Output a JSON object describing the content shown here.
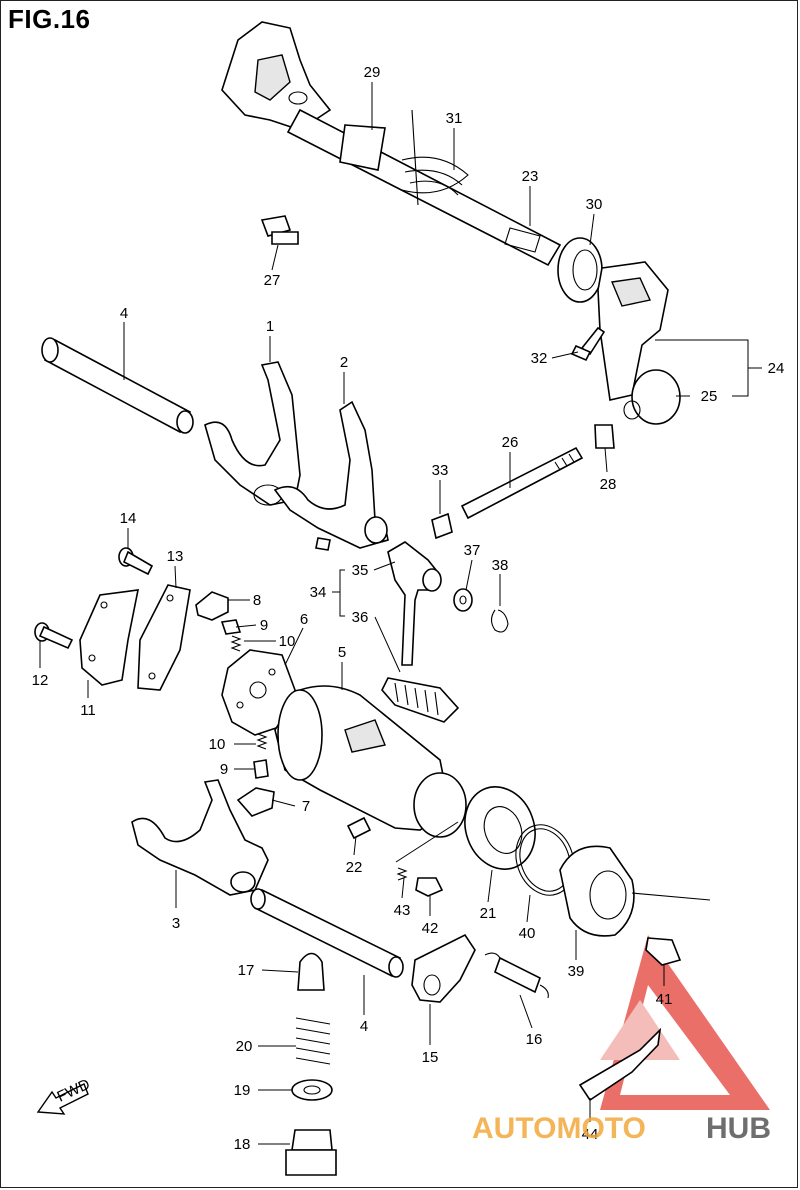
{
  "figure": {
    "title": "FIG.16"
  },
  "fwd_label": "FWD",
  "watermark": {
    "text_part1": "AUTOMOTO",
    "text_part2": "HUB",
    "color_primary": "#e8564f",
    "color_secondary": "#f2a93b",
    "color_dark": "#555555"
  },
  "callouts": [
    {
      "id": "29",
      "text": "29"
    },
    {
      "id": "31",
      "text": "31"
    },
    {
      "id": "23",
      "text": "23"
    },
    {
      "id": "30",
      "text": "30"
    },
    {
      "id": "27",
      "text": "27"
    },
    {
      "id": "4a",
      "text": "4"
    },
    {
      "id": "1",
      "text": "1"
    },
    {
      "id": "2",
      "text": "2"
    },
    {
      "id": "32",
      "text": "32"
    },
    {
      "id": "24",
      "text": "24"
    },
    {
      "id": "25",
      "text": "25"
    },
    {
      "id": "26",
      "text": "26"
    },
    {
      "id": "33",
      "text": "33"
    },
    {
      "id": "28",
      "text": "28"
    },
    {
      "id": "14",
      "text": "14"
    },
    {
      "id": "13",
      "text": "13"
    },
    {
      "id": "8",
      "text": "8"
    },
    {
      "id": "9a",
      "text": "9"
    },
    {
      "id": "10a",
      "text": "10"
    },
    {
      "id": "6",
      "text": "6"
    },
    {
      "id": "12",
      "text": "12"
    },
    {
      "id": "11",
      "text": "11"
    },
    {
      "id": "34",
      "text": "34"
    },
    {
      "id": "35",
      "text": "35"
    },
    {
      "id": "36",
      "text": "36"
    },
    {
      "id": "37",
      "text": "37"
    },
    {
      "id": "38",
      "text": "38"
    },
    {
      "id": "5",
      "text": "5"
    },
    {
      "id": "10b",
      "text": "10"
    },
    {
      "id": "9b",
      "text": "9"
    },
    {
      "id": "7",
      "text": "7"
    },
    {
      "id": "22",
      "text": "22"
    },
    {
      "id": "3",
      "text": "3"
    },
    {
      "id": "43",
      "text": "43"
    },
    {
      "id": "42",
      "text": "42"
    },
    {
      "id": "21",
      "text": "21"
    },
    {
      "id": "40",
      "text": "40"
    },
    {
      "id": "39",
      "text": "39"
    },
    {
      "id": "41",
      "text": "41"
    },
    {
      "id": "17",
      "text": "17"
    },
    {
      "id": "4b",
      "text": "4"
    },
    {
      "id": "15",
      "text": "15"
    },
    {
      "id": "16",
      "text": "16"
    },
    {
      "id": "20",
      "text": "20"
    },
    {
      "id": "19",
      "text": "19"
    },
    {
      "id": "18",
      "text": "18"
    },
    {
      "id": "44",
      "text": "44"
    }
  ]
}
